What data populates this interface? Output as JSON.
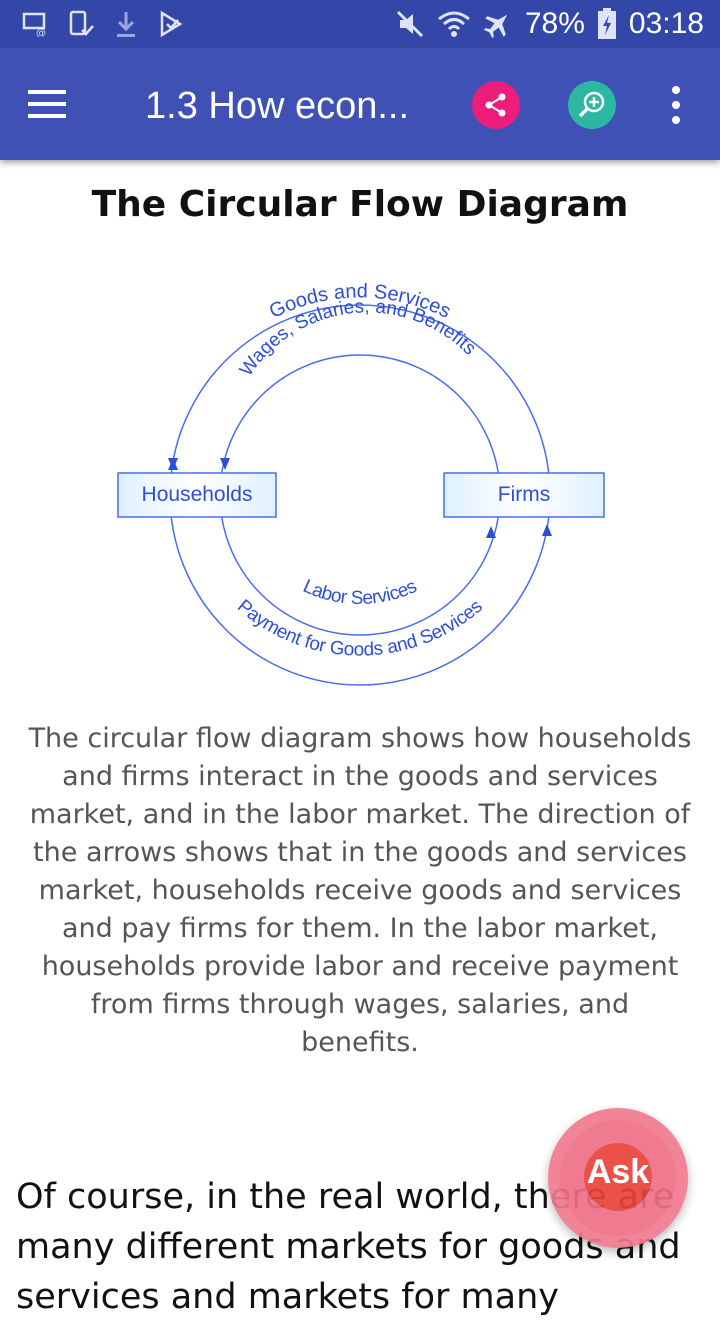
{
  "status_bar": {
    "battery": "78%",
    "time": "03:18"
  },
  "app_bar": {
    "title": "1.3 How econ..."
  },
  "content": {
    "title": "The Circular Flow Diagram",
    "diagram": {
      "left_box": "Households",
      "right_box": "Firms",
      "outer_top_label": "Goods and Services",
      "inner_top_label": "Wages, Salaries, and Benefits",
      "inner_bottom_label": "Labor Services",
      "outer_bottom_label": "Payment for Goods and Services"
    },
    "description": "The circular flow diagram shows how households and firms interact in the goods and services market, and in the labor market. The direction of the arrows shows that in the goods and services market, households receive goods and services and pay firms for them. In the labor market, households provide labor and receive payment from firms through wages, salaries, and benefits.",
    "body_text": "Of course, in the real world, there are many different markets for goods and services and markets for many"
  },
  "fab": {
    "label": "Ask"
  },
  "colors": {
    "status_bar": "#3347a8",
    "app_bar": "#3f51b5",
    "share": "#ec1e79",
    "zoom": "#2cb7a0",
    "ask": "#e8433a",
    "diagram_blue": "#2d4fd6"
  }
}
